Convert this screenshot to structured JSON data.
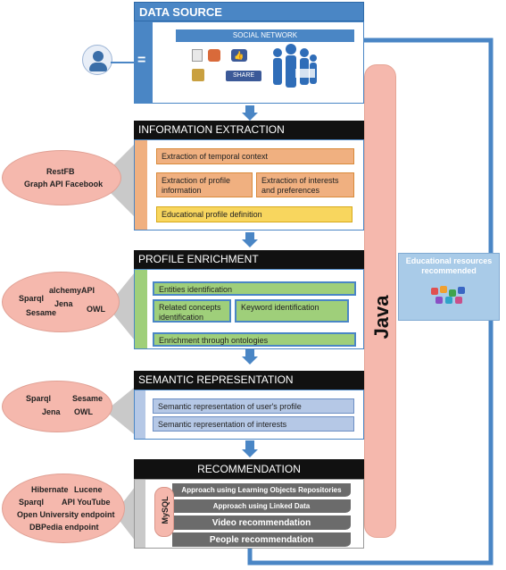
{
  "data_source": {
    "title": "DATA SOURCE",
    "social_network_label": "SOCIAL NETWORK",
    "share_label": "SHARE",
    "equals": "="
  },
  "information_extraction": {
    "title": "INFORMATION EXTRACTION",
    "items": {
      "temporal": "Extraction of temporal context",
      "profile": "Extraction of profile information",
      "interests": "Extraction of interests and preferences",
      "educational": "Educational profile definition"
    },
    "tools": [
      "RestFB",
      "Graph API Facebook"
    ]
  },
  "profile_enrichment": {
    "title": "PROFILE ENRICHMENT",
    "items": {
      "entities": "Entities identification",
      "related": "Related concepts identification",
      "keyword": "Keyword identification",
      "ontologies": "Enrichment through ontologies"
    },
    "tools": [
      "alchemyAPI",
      "Sparql",
      "Jena",
      "OWL",
      "Sesame"
    ]
  },
  "semantic_representation": {
    "title": "SEMANTIC REPRESENTATION",
    "items": {
      "profile": "Semantic representation of user's profile",
      "interests": "Semantic representation of interests"
    },
    "tools": [
      "Sparql",
      "Sesame",
      "Jena",
      "OWL"
    ]
  },
  "recommendation": {
    "title": "RECOMMENDATION",
    "mysql_label": "MySQL",
    "items": {
      "lor": "Approach using Learning Objects Repositories",
      "linked": "Approach using Linked Data",
      "video": "Video recommendation",
      "people": "People recommendation"
    },
    "tools": [
      "Hibernate",
      "Lucene",
      "Sparql",
      "API YouTube",
      "Open University endpoint",
      "DBPedia endpoint"
    ]
  },
  "java_label": "Java",
  "educational_resources": {
    "title": "Educational resources recommended"
  },
  "colors": {
    "accent_blue": "#4a86c5",
    "orange": "#f0b080",
    "yellow": "#f8d65e",
    "green": "#9fcf7a",
    "light_blue": "#b5c8e6",
    "salmon": "#f5b8ad",
    "grey": "#6b6b6b"
  }
}
